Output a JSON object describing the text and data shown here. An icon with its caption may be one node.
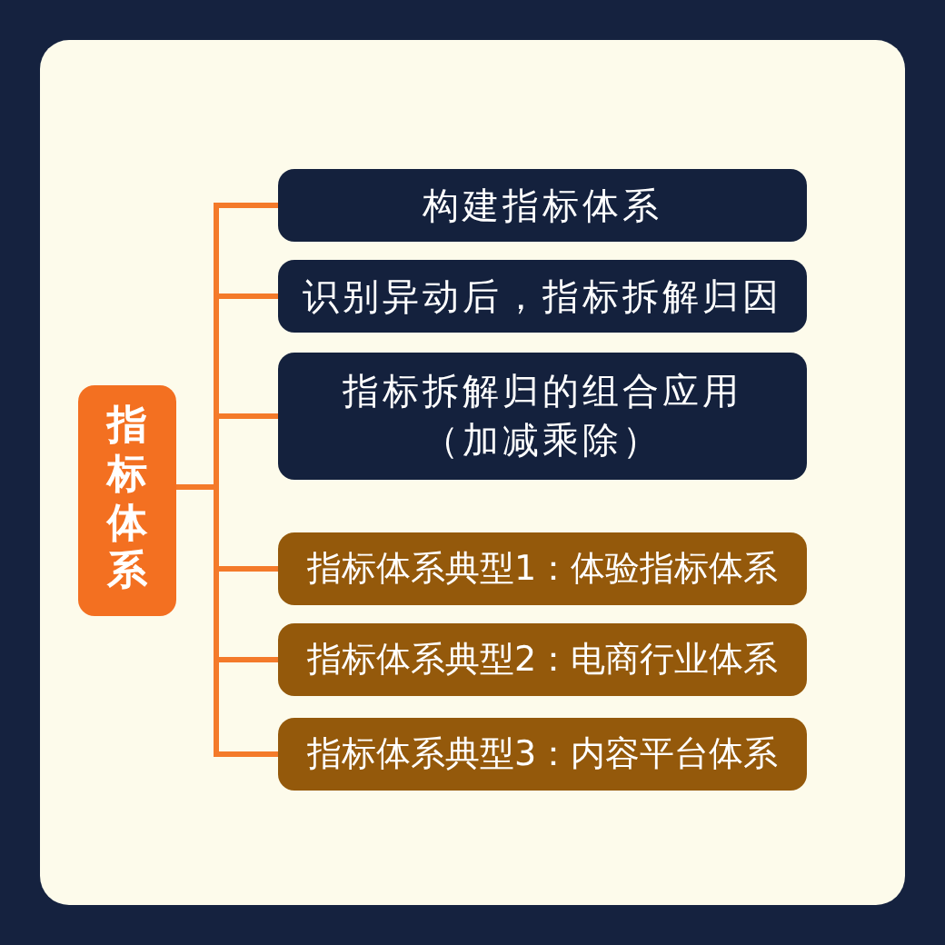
{
  "diagram": {
    "nodes": [
      {
        "text": [
          "指标体系"
        ]
      },
      {
        "text": [
          "构建指标体系"
        ]
      },
      {
        "text": [
          "识别异动后，指标拆解归因"
        ]
      },
      {
        "text": [
          "指标拆解归的组合应用（加减乘除）"
        ]
      },
      {
        "text": [
          "指标体系典型1：体验指标体系"
        ]
      },
      {
        "text": [
          "指标体系典型2：电商行业体系"
        ]
      },
      {
        "text": [
          "指标体系典型3：内容平台体系"
        ]
      }
    ],
    "edges": [
      {
        "from": 0,
        "to": 1,
        "arrow": "none"
      },
      {
        "from": 0,
        "to": 2,
        "arrow": "none"
      },
      {
        "from": 0,
        "to": 3,
        "arrow": "none"
      },
      {
        "from": 0,
        "to": 4,
        "arrow": "none"
      },
      {
        "from": 0,
        "to": 5,
        "arrow": "none"
      },
      {
        "from": 0,
        "to": 6,
        "arrow": "none"
      }
    ]
  }
}
